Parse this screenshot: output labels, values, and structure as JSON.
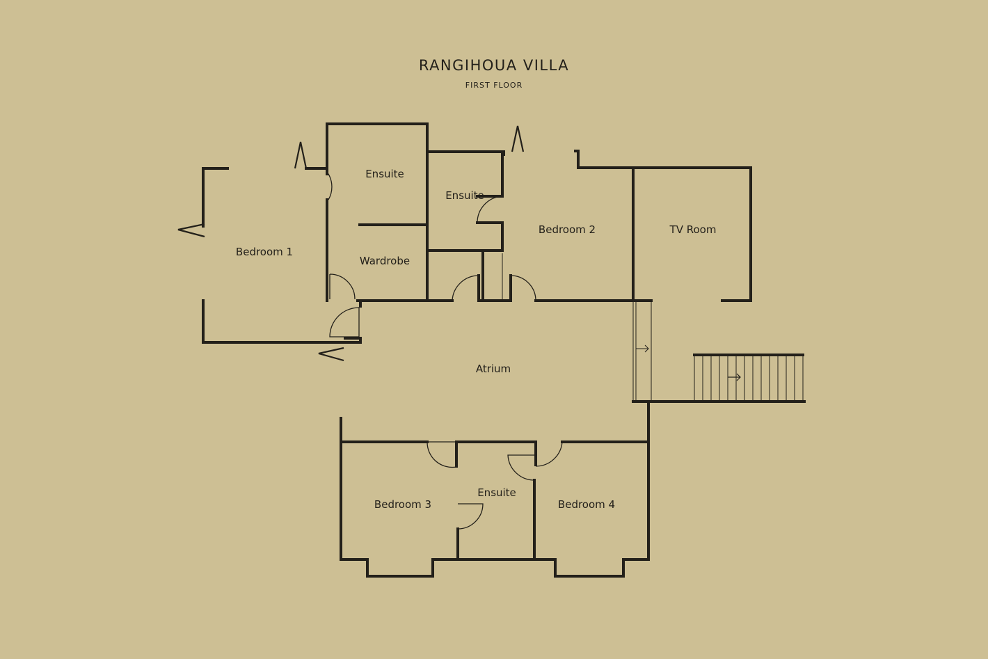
{
  "title": "RANGIHOUA VILLA",
  "subtitle": "FIRST FLOOR",
  "rooms": {
    "bedroom_1": "Bedroom 1",
    "ensuite_1": "Ensuite",
    "wardrobe": "Wardrobe",
    "ensuite_2": "Ensuite",
    "bedroom_2": "Bedroom 2",
    "tv_room": "TV Room",
    "atrium": "Atrium",
    "bedroom_3": "Bedroom 3",
    "ensuite_3": "Ensuite",
    "bedroom_4": "Bedroom 4"
  },
  "colors": {
    "background": "#cdbf94",
    "ink": "#23201a"
  }
}
